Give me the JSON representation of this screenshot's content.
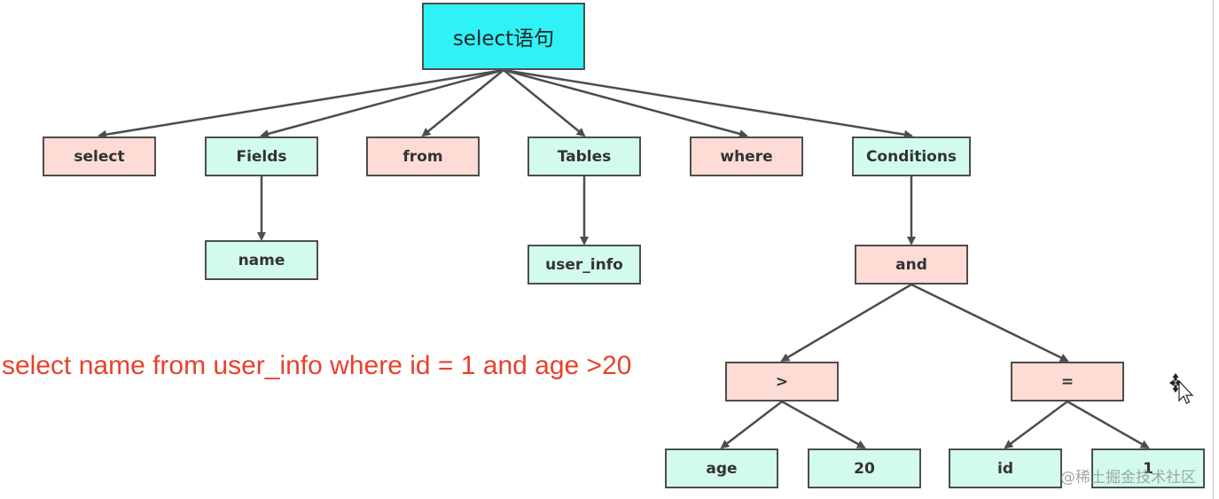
{
  "diagram": {
    "root": "select语句",
    "nodes": {
      "select": "select",
      "fields": "Fields",
      "from": "from",
      "tables": "Tables",
      "where": "where",
      "conditions": "Conditions",
      "name": "name",
      "user_info": "user_info",
      "and": "and",
      "gt": ">",
      "eq": "=",
      "age": "age",
      "twenty": "20",
      "id": "id",
      "one": "1"
    },
    "edges": [
      [
        "root",
        "select"
      ],
      [
        "root",
        "fields"
      ],
      [
        "root",
        "from"
      ],
      [
        "root",
        "tables"
      ],
      [
        "root",
        "where"
      ],
      [
        "root",
        "conditions"
      ],
      [
        "fields",
        "name"
      ],
      [
        "tables",
        "user_info"
      ],
      [
        "conditions",
        "and"
      ],
      [
        "and",
        "gt"
      ],
      [
        "and",
        "eq"
      ],
      [
        "gt",
        "age"
      ],
      [
        "gt",
        "twenty"
      ],
      [
        "eq",
        "id"
      ],
      [
        "eq",
        "one"
      ]
    ],
    "colors": {
      "root_fill": "#2ff2f7",
      "keyword_fill": "#fcdcd5",
      "item_fill": "#d2fbee",
      "border": "#4d4d4d",
      "arrow": "#4d4d4d"
    }
  },
  "sql": "select name from user_info where id = 1 and age >20",
  "sql_color": "#e8412c",
  "watermark": "@稀土掘金技术社区",
  "icons": {
    "cursor": "move-cursor-icon"
  }
}
